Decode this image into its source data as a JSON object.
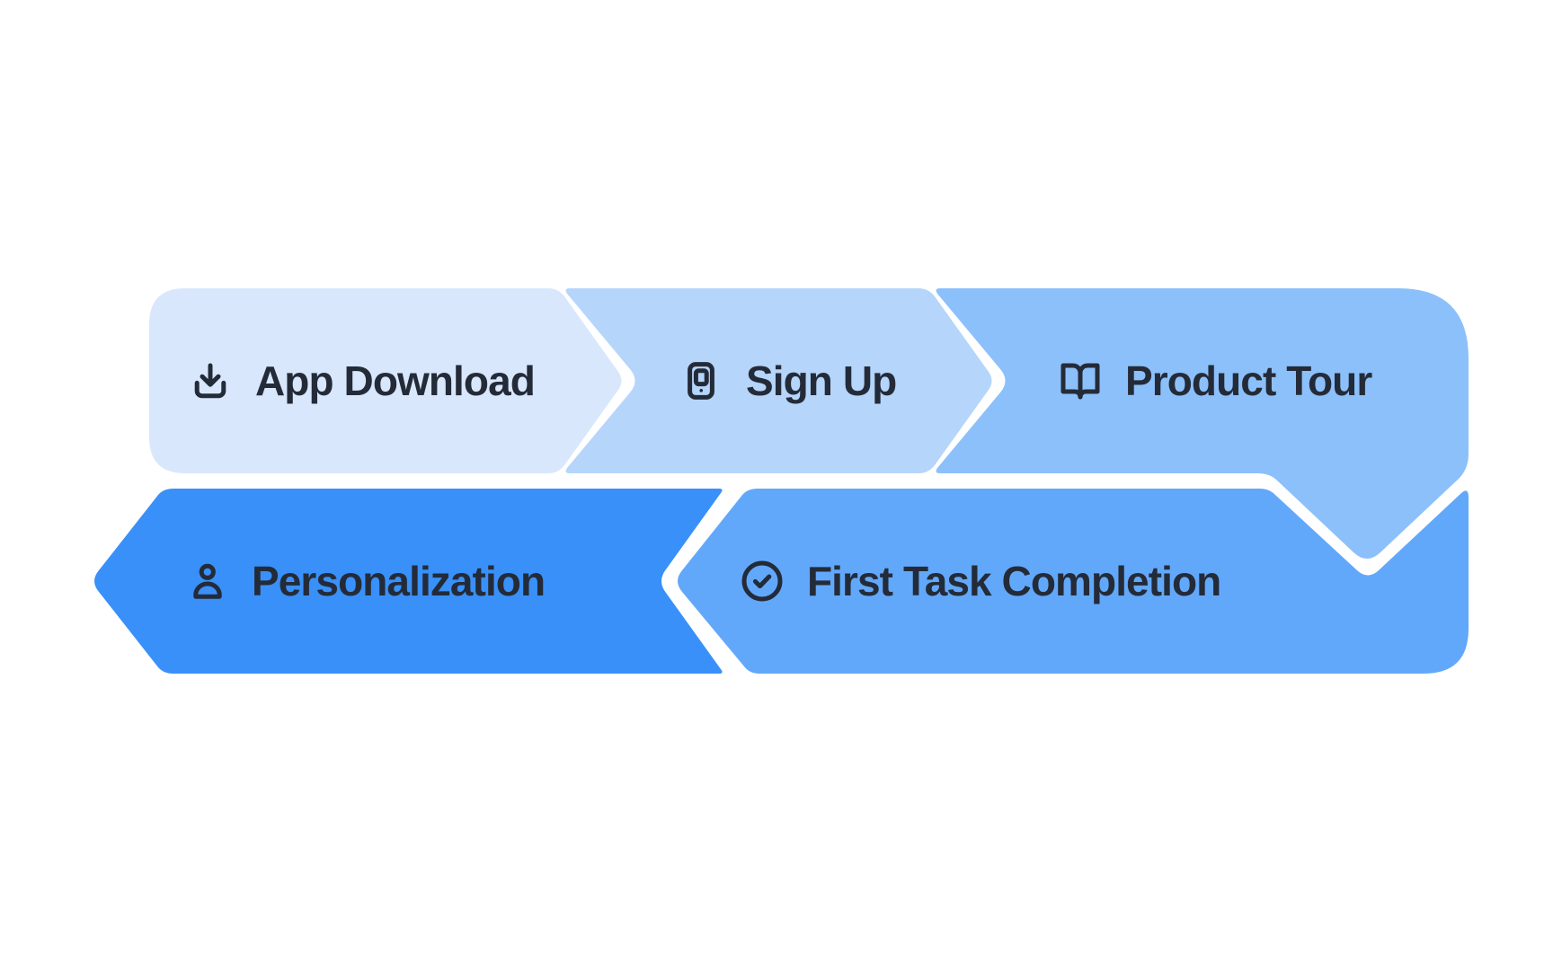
{
  "diagram": {
    "background": "#ffffff",
    "ink": "#242b38",
    "gap_color": "#ffffff",
    "sequence": "App Download → Sign Up → Product Tour → First Task Completion → Personalization",
    "steps": [
      {
        "order": 1,
        "label": "App Download",
        "icon": "download-icon",
        "fill": "#d9e7fd"
      },
      {
        "order": 2,
        "label": "Sign Up",
        "icon": "smartphone-icon",
        "fill": "#b5d5fb"
      },
      {
        "order": 3,
        "label": "Product Tour",
        "icon": "book-open-icon",
        "fill": "#8cc0fa"
      },
      {
        "order": 4,
        "label": "First Task Completion",
        "icon": "circle-check-icon",
        "fill": "#62a8fa"
      },
      {
        "order": 5,
        "label": "Personalization",
        "icon": "user-icon",
        "fill": "#3990f9"
      }
    ]
  }
}
